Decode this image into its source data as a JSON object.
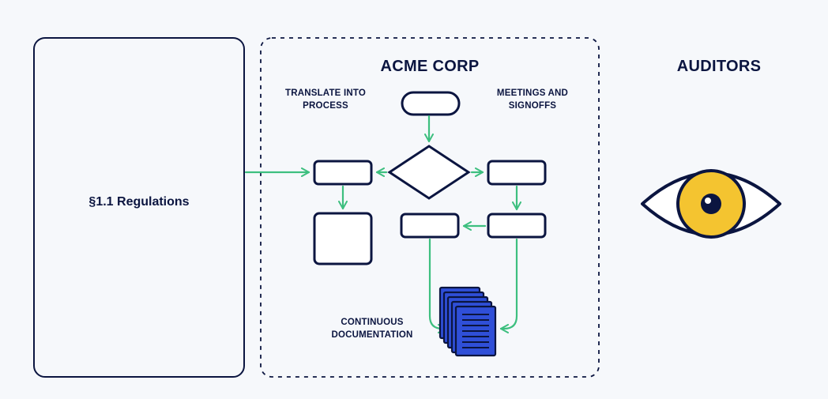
{
  "regulations": {
    "label": "§1.1 Regulations"
  },
  "company": {
    "title": "ACME CORP",
    "translate_label": "TRANSLATE INTO\nPROCESS",
    "meetings_label": "MEETINGS AND\nSIGNOFFS",
    "documentation_label": "CONTINUOUS\nDOCUMENTATION"
  },
  "auditors": {
    "title": "AUDITORS"
  },
  "colors": {
    "background": "#f6f8fb",
    "navy": "#0b1540",
    "arrow_green": "#3dbf7f",
    "document_blue": "#2f4fd8",
    "eye_yellow": "#f4c430"
  },
  "icons": {
    "auditor": "eye-icon",
    "documents": "document-stack-icon"
  }
}
